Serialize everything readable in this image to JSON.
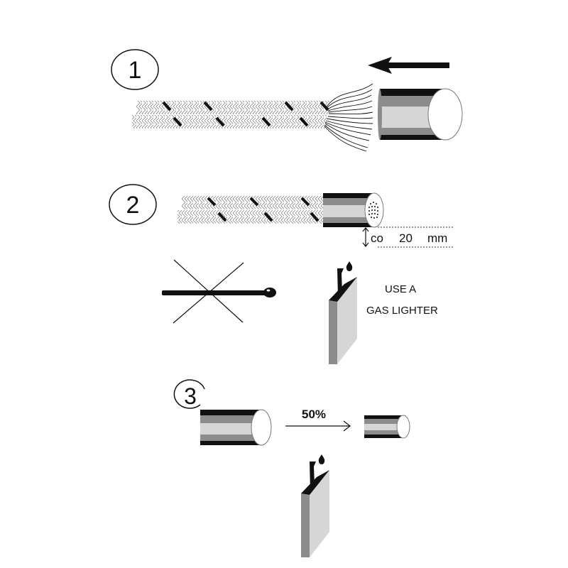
{
  "steps": [
    {
      "number": "1"
    },
    {
      "number": "2",
      "measure": {
        "prefix": "co",
        "value": "20",
        "unit": "mm"
      },
      "instruction_line1": "USE A",
      "instruction_line2": "GAS LIGHTER"
    },
    {
      "number": "3",
      "shrink_label": "50%"
    }
  ],
  "colors": {
    "black": "#111111",
    "dark_gray": "#8c8c8c",
    "light_gray": "#d6d6d6",
    "white": "#ffffff"
  }
}
